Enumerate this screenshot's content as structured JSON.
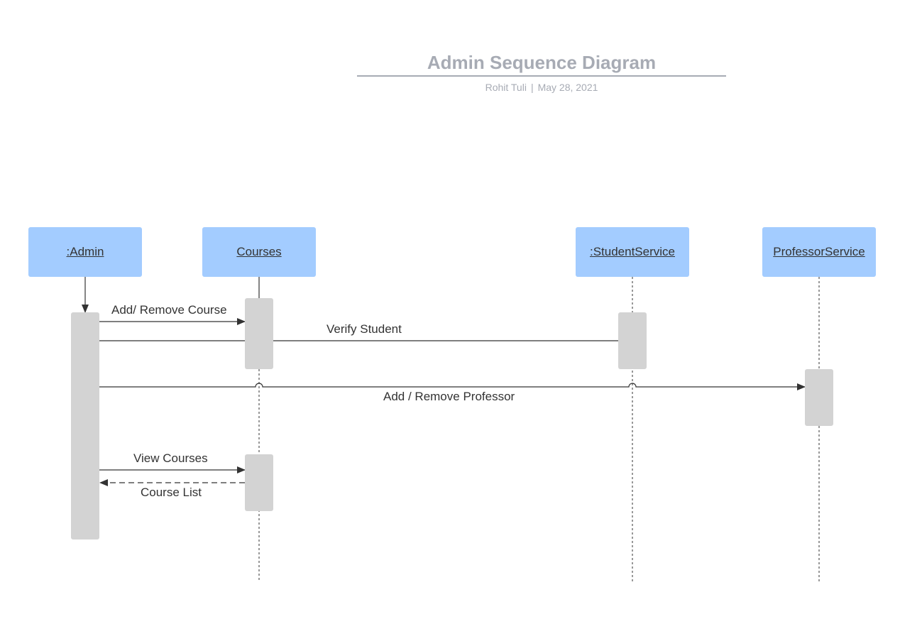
{
  "header": {
    "title": "Admin Sequence Diagram",
    "author": "Rohit Tuli",
    "separator": "|",
    "date": "May 28, 2021"
  },
  "lifelines": {
    "admin": ":Admin",
    "courses": "Courses",
    "student_service": ":StudentService",
    "professor_service": "ProfessorService"
  },
  "messages": {
    "add_remove_course": "Add/ Remove Course",
    "verify_student": "Verify Student",
    "add_remove_professor": "Add / Remove Professor",
    "view_courses": "View Courses",
    "course_list": "Course List"
  },
  "colors": {
    "lifeline_fill": "#a3ccff",
    "activation_fill": "#d3d3d3",
    "title_gray": "#a7abb4",
    "line": "#333333"
  }
}
